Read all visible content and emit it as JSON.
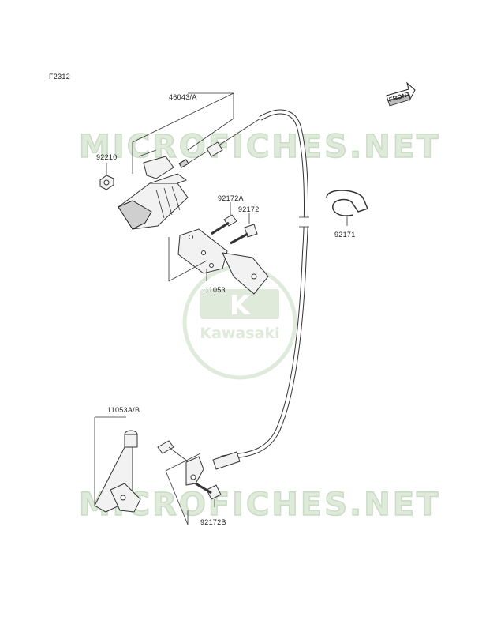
{
  "diagram_code": "F2312",
  "watermark_text": "MICROFICHES.NET",
  "logo": {
    "letter": "K",
    "brand": "Kawasaki"
  },
  "front_badge": "FRONT",
  "parts": {
    "cable_assy": "46043/A",
    "nut": "92210",
    "bolt_a": "92172A",
    "bolt": "92172",
    "clamp": "92171",
    "bracket": "11053",
    "bracket_ab": "11053A/B",
    "bolt_b": "92172B"
  }
}
